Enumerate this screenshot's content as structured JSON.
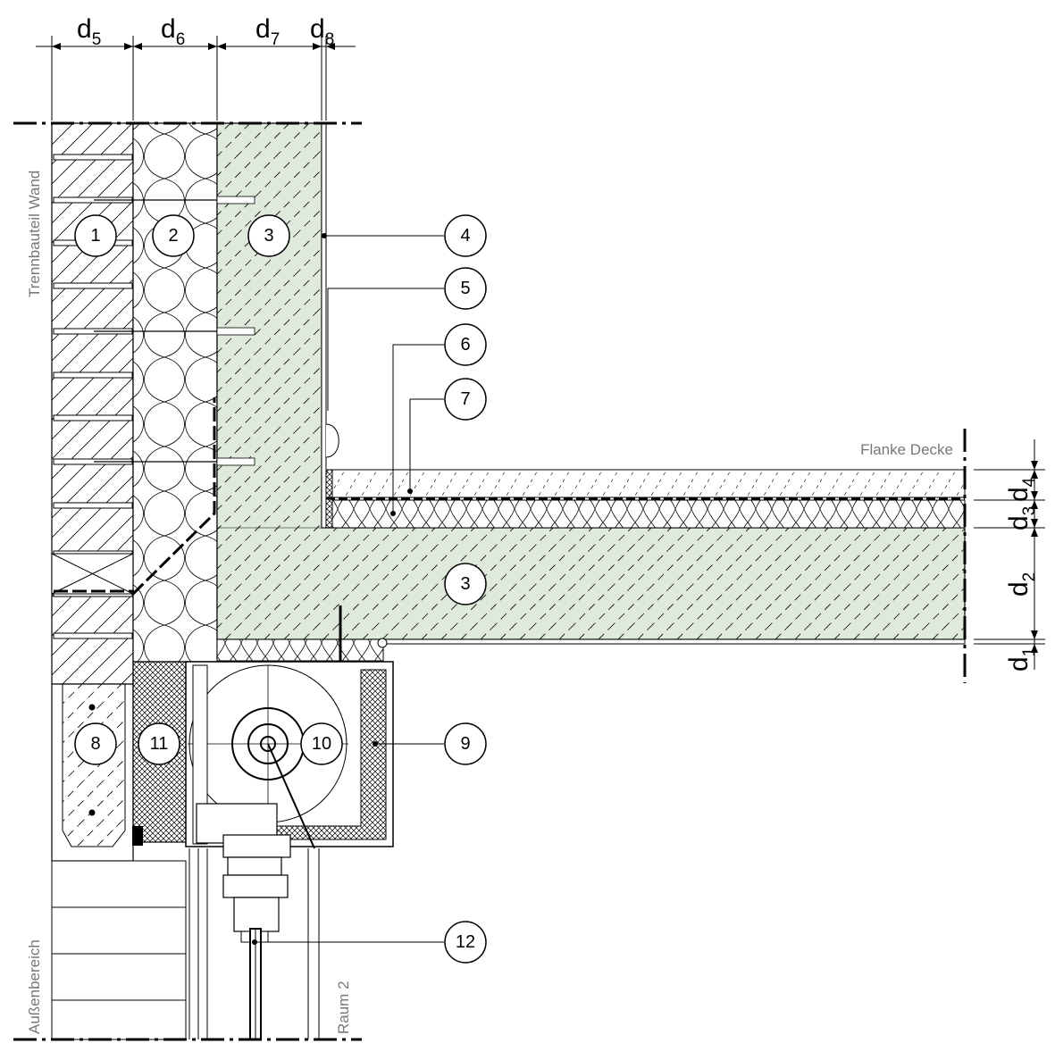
{
  "dimensions": {
    "d5": {
      "base": "d",
      "sub": "5"
    },
    "d6": {
      "base": "d",
      "sub": "6"
    },
    "d7": {
      "base": "d",
      "sub": "7"
    },
    "d8": {
      "base": "d",
      "sub": "8"
    },
    "d4": {
      "base": "d",
      "sub": "4"
    },
    "d3": {
      "base": "d",
      "sub": "3"
    },
    "d2": {
      "base": "d",
      "sub": "2"
    },
    "d1": {
      "base": "d",
      "sub": "1"
    }
  },
  "labels": {
    "wall": "Trennbauteil Wand",
    "ceiling": "Flanke Decke",
    "outside": "Außenbereich",
    "room": "Raum 2"
  },
  "markers": {
    "m1": "1",
    "m2": "2",
    "m3a": "3",
    "m3b": "3",
    "m4": "4",
    "m5": "5",
    "m6": "6",
    "m7": "7",
    "m8": "8",
    "m9": "9",
    "m10": "10",
    "m11": "11",
    "m12": "12"
  },
  "colors": {
    "concrete": "#dfeadd",
    "line": "#000000",
    "label": "#777777"
  }
}
